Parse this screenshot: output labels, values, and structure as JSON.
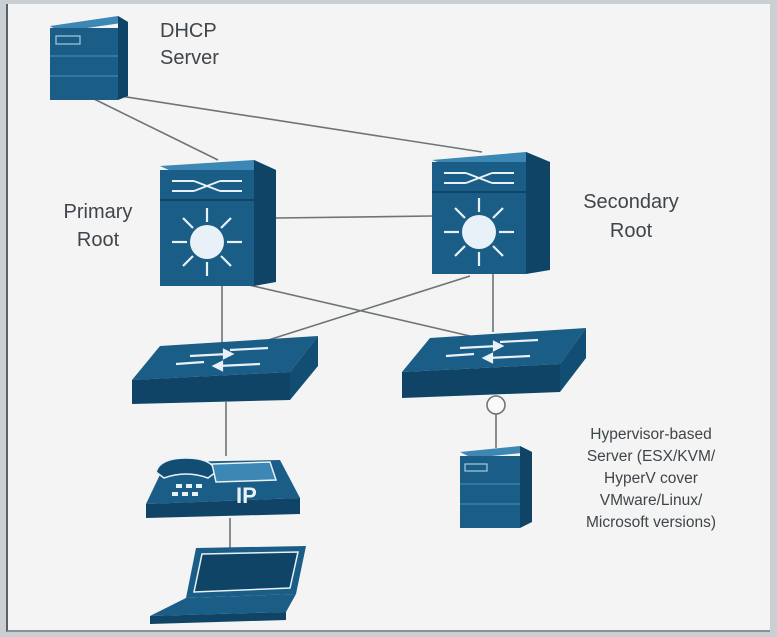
{
  "colors": {
    "device_fill": "#1a5d86",
    "device_dark": "#0f4466",
    "device_light": "#3c87b4",
    "line": "#6d7478",
    "background": "#f3f4f3"
  },
  "nodes": {
    "dhcp_server": {
      "label": "DHCP\nServer",
      "icon": "server-icon"
    },
    "primary_root": {
      "label": "Primary\nRoot",
      "icon": "multilayer-switch-icon"
    },
    "secondary_root": {
      "label": "Secondary\nRoot",
      "icon": "multilayer-switch-icon"
    },
    "access_switch_left": {
      "icon": "switch-icon"
    },
    "access_switch_right": {
      "icon": "switch-icon"
    },
    "ip_phone": {
      "icon": "ip-phone-icon",
      "badge": "IP"
    },
    "laptop": {
      "icon": "laptop-icon"
    },
    "hypervisor_server": {
      "icon": "server-icon",
      "label": "Hypervisor-based\nServer (ESX/KVM/\nHyperV cover\nVMware/Linux/\nMicrosoft versions)"
    }
  },
  "links": [
    [
      "dhcp_server",
      "primary_root"
    ],
    [
      "dhcp_server",
      "secondary_root"
    ],
    [
      "primary_root",
      "secondary_root"
    ],
    [
      "primary_root",
      "access_switch_left"
    ],
    [
      "primary_root",
      "access_switch_right"
    ],
    [
      "secondary_root",
      "access_switch_left"
    ],
    [
      "secondary_root",
      "access_switch_right"
    ],
    [
      "access_switch_left",
      "ip_phone"
    ],
    [
      "ip_phone",
      "laptop"
    ],
    [
      "access_switch_right",
      "hypervisor_server"
    ]
  ]
}
